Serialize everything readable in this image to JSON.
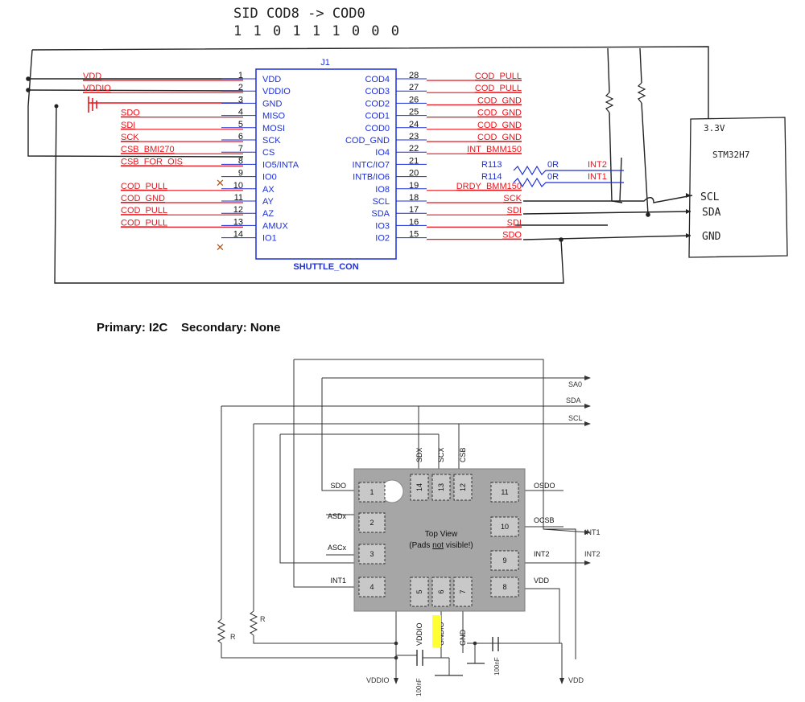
{
  "top_note": {
    "line1": "SID COD8 -> COD0",
    "line2": "1 1 0 1 1 1 0 0 0"
  },
  "connector": {
    "ref": "J1",
    "name": "SHUTTLE_CON",
    "left_pins": [
      {
        "num": "1",
        "pin": "VDD",
        "net": "VDD"
      },
      {
        "num": "2",
        "pin": "VDDIO",
        "net": "VDDIO"
      },
      {
        "num": "3",
        "pin": "GND",
        "net": ""
      },
      {
        "num": "4",
        "pin": "MISO",
        "net": "SDO"
      },
      {
        "num": "5",
        "pin": "MOSI",
        "net": "SDI"
      },
      {
        "num": "6",
        "pin": "SCK",
        "net": "SCK"
      },
      {
        "num": "7",
        "pin": "CS",
        "net": "CSB_BMI270"
      },
      {
        "num": "8",
        "pin": "IO5/INTA",
        "net": "CSB_FOR_OIS"
      },
      {
        "num": "9",
        "pin": "IO0",
        "net": ""
      },
      {
        "num": "10",
        "pin": "AX",
        "net": "COD_PULL"
      },
      {
        "num": "11",
        "pin": "AY",
        "net": "COD_GND"
      },
      {
        "num": "12",
        "pin": "AZ",
        "net": "COD_PULL"
      },
      {
        "num": "13",
        "pin": "AMUX",
        "net": "COD_PULL"
      },
      {
        "num": "14",
        "pin": "IO1",
        "net": ""
      }
    ],
    "right_pins": [
      {
        "num": "28",
        "pin": "COD4",
        "net": "COD_PULL"
      },
      {
        "num": "27",
        "pin": "COD3",
        "net": "COD_PULL"
      },
      {
        "num": "26",
        "pin": "COD2",
        "net": "COD_GND"
      },
      {
        "num": "25",
        "pin": "COD1",
        "net": "COD_GND"
      },
      {
        "num": "24",
        "pin": "COD0",
        "net": "COD_GND"
      },
      {
        "num": "23",
        "pin": "COD_GND",
        "net": "COD_GND"
      },
      {
        "num": "22",
        "pin": "IO4",
        "net": "INT_BMM150"
      },
      {
        "num": "21",
        "pin": "INTC/IO7",
        "net": ""
      },
      {
        "num": "20",
        "pin": "INTB/IO6",
        "net": ""
      },
      {
        "num": "19",
        "pin": "IO8",
        "net": "DRDY_BMM150"
      },
      {
        "num": "18",
        "pin": "SCL",
        "net": "SCK"
      },
      {
        "num": "17",
        "pin": "SDA",
        "net": "SDI"
      },
      {
        "num": "16",
        "pin": "IO3",
        "net": "SDI"
      },
      {
        "num": "15",
        "pin": "IO2",
        "net": "SDO"
      }
    ],
    "resistors": [
      {
        "ref": "R113",
        "value": "0R",
        "net": "INT2"
      },
      {
        "ref": "R114",
        "value": "0R",
        "net": "INT1"
      }
    ]
  },
  "mcu": {
    "name": "STM32H7",
    "pins": [
      "3.3V",
      "SCL",
      "SDA",
      "GND"
    ]
  },
  "mode_caption": "Primary: I2C    Secondary: None",
  "chip": {
    "caption": "Top View",
    "caption2": "(Pads not visible!)",
    "caption2_parts": [
      "(Pads ",
      "not",
      " visible!)"
    ],
    "pads_left": [
      {
        "num": "1",
        "net": "SDO"
      },
      {
        "num": "2",
        "net": "ASDx"
      },
      {
        "num": "3",
        "net": "ASCx"
      },
      {
        "num": "4",
        "net": "INT1"
      }
    ],
    "pads_top": [
      {
        "num": "14",
        "net": "SDX"
      },
      {
        "num": "13",
        "net": "SCX"
      },
      {
        "num": "12",
        "net": "CSB"
      }
    ],
    "pads_right": [
      {
        "num": "11",
        "net": "OSDO"
      },
      {
        "num": "10",
        "net": "OCSB"
      },
      {
        "num": "9",
        "net": "INT2"
      },
      {
        "num": "8",
        "net": "VDD"
      }
    ],
    "pads_bottom": [
      {
        "num": "5",
        "net": "VDDIO"
      },
      {
        "num": "6",
        "net": "GNDIO"
      },
      {
        "num": "7",
        "net": "GND"
      }
    ]
  },
  "bus": {
    "sa0": "SA0",
    "sda": "SDA",
    "scl": "SCL",
    "int1": "INT1",
    "int2": "INT2"
  },
  "passives": {
    "resistor_label": "R",
    "cap1": "100nF",
    "cap2": "100nF",
    "vddio_label": "VDDIO",
    "vdd_label": "VDD"
  },
  "colors": {
    "schematic_red": "#e8141b",
    "schematic_blue": "#1d2fd6",
    "net_dark": "#7a1010",
    "chip_gray": "#a6a6a6",
    "highlight": "#ffff33"
  }
}
